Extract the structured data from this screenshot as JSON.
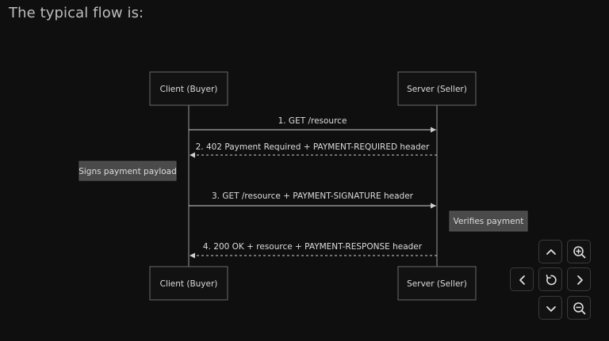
{
  "heading": "The typical flow is:",
  "participants": {
    "client": "Client (Buyer)",
    "server": "Server (Seller)"
  },
  "messages": [
    {
      "label": "1. GET /resource",
      "style": "solid",
      "direction": "client-to-server"
    },
    {
      "label": "2. 402 Payment Required + PAYMENT-REQUIRED header",
      "style": "dashed",
      "direction": "server-to-client"
    },
    {
      "label": "3. GET /resource + PAYMENT-SIGNATURE header",
      "style": "solid",
      "direction": "client-to-server"
    },
    {
      "label": "4. 200 OK + resource + PAYMENT-RESPONSE header",
      "style": "dashed",
      "direction": "server-to-client"
    }
  ],
  "notes": {
    "client_note": "Signs payment payload",
    "server_note": "Verifies payment"
  },
  "controls": {
    "pan_up": "chevron-up-icon",
    "zoom_in": "zoom-in-icon",
    "pan_left": "chevron-left-icon",
    "reset": "reset-icon",
    "pan_right": "chevron-right-icon",
    "pan_down": "chevron-down-icon",
    "zoom_out": "zoom-out-icon"
  }
}
